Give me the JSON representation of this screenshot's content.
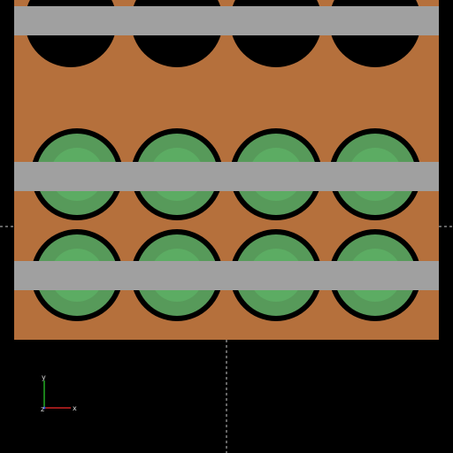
{
  "viewport": {
    "background": "#000000",
    "board_color": "#b5703c",
    "bar_color": "#a0a0a0",
    "hole_color": "#000000",
    "disc_rim_color": "#000000",
    "disc_outer_color": "#579a5a",
    "disc_inner_color": "#5cac63",
    "disc_center_color": "#66c36e",
    "crosshair_color": "#c8c8c8"
  },
  "board": {
    "columns": 4,
    "rows": [
      {
        "content": "empty-holes"
      },
      {
        "content": "green-discs"
      },
      {
        "content": "green-discs"
      }
    ]
  },
  "axes": {
    "x_label": "x",
    "y_label": "y",
    "z_label": "z",
    "x_color": "#cc2222",
    "y_color": "#22aa22",
    "z_color": "#2244cc",
    "label_color": "#dddddd"
  }
}
